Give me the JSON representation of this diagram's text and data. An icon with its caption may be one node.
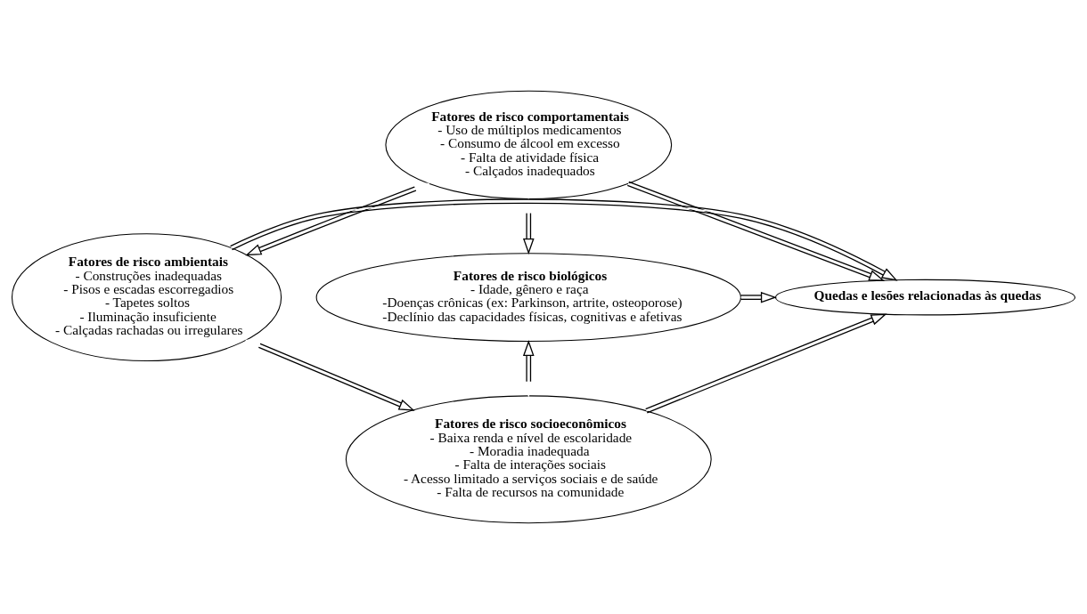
{
  "diagram": {
    "nodes": [
      {
        "text": [
          "Fatores de risco comportamentais",
          "- Uso de múltiplos medicamentos",
          "- Consumo de álcool em excesso",
          "- Falta de atividade física",
          "- Calçados inadequados"
        ]
      },
      {
        "text": [
          "Fatores de risco ambientais",
          "- Construções inadequadas",
          "- Pisos e escadas escorregadios",
          "- Tapetes soltos",
          "- Iluminação insuficiente",
          "- Calçadas rachadas ou irregulares"
        ]
      },
      {
        "text": [
          "Quedas e lesões relacionadas às quedas"
        ]
      },
      {
        "text": [
          "Fatores de risco biológicos",
          "- Idade, gênero e raça",
          "-Doenças crônicas (ex: Parkinson, artrite, osteoporose)",
          "-Declínio das capacidades físicas, cognitivas e afetivas"
        ]
      },
      {
        "text": [
          "Fatores de risco socioeconômicos",
          "- Baixa renda e nível de escolaridade",
          "- Moradia inadequada",
          "- Falta de interações sociais",
          "- Acesso limitado a serviços sociais e de saúde",
          "- Falta de recursos na comunidade"
        ]
      }
    ],
    "edges": [
      {
        "from": 0,
        "to": 2,
        "arrow": "to"
      },
      {
        "from": 1,
        "to": 2,
        "arrow": "to"
      },
      {
        "from": 3,
        "to": 2,
        "arrow": "to"
      },
      {
        "from": 4,
        "to": 2,
        "arrow": "to"
      },
      {
        "from": 0,
        "to": 1,
        "arrow": "both"
      },
      {
        "from": 0,
        "to": 3,
        "arrow": "both"
      },
      {
        "from": 1,
        "to": 4,
        "arrow": "both"
      },
      {
        "from": 4,
        "to": 3,
        "arrow": "both"
      }
    ]
  }
}
